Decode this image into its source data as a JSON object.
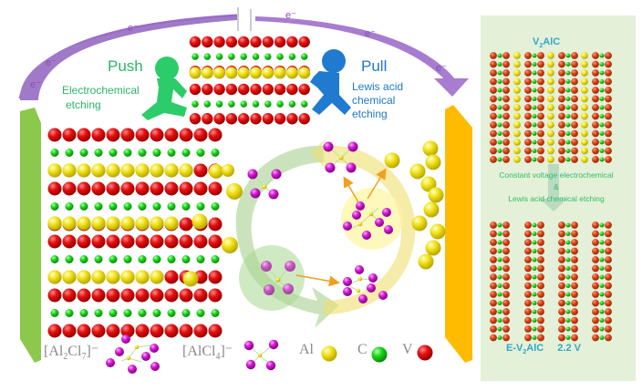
{
  "diagram": {
    "title_elements": {
      "push": {
        "title": "Push",
        "subtitle_line1": "Electrochemical",
        "subtitle_line2": "etching"
      },
      "pull": {
        "title": "Pull",
        "subtitle_line1": "Lewis acid",
        "subtitle_line2": "chemical",
        "subtitle_line3": "etching"
      },
      "electron_label": "e⁻"
    },
    "right_panel": {
      "top_title_prefix": "V",
      "top_title_sub": "2",
      "top_title_suffix": "AlC",
      "process_line1": "Constant voltage electrochemical",
      "process_line2": "&",
      "process_line3": "Lewis acid chemical etching",
      "bottom_prefix": "E-V",
      "bottom_sub": "2",
      "bottom_suffix": "AlC",
      "bottom_voltage": "2.2 V"
    },
    "legend": {
      "al2cl7": {
        "prefix": "[Al",
        "sub1": "2",
        "mid": "Cl",
        "sub2": "7",
        "suffix": "]⁻"
      },
      "alcl4": {
        "prefix": "[AlCl",
        "sub1": "4",
        "suffix": "]⁻"
      },
      "al": "Al",
      "c": "C",
      "v": "V"
    },
    "colors": {
      "vanadium": "#e01010",
      "carbon": "#18d818",
      "aluminum": "#f2e21a",
      "chlorine": "#d21ad2",
      "left_electrode": "#8cc84b",
      "right_electrode": "#ffbb00",
      "circuit": "#a478c8",
      "push_figure": "#2dcc6a",
      "pull_figure": "#1f7ad0",
      "panel_bg": "#e4f0d8"
    }
  }
}
